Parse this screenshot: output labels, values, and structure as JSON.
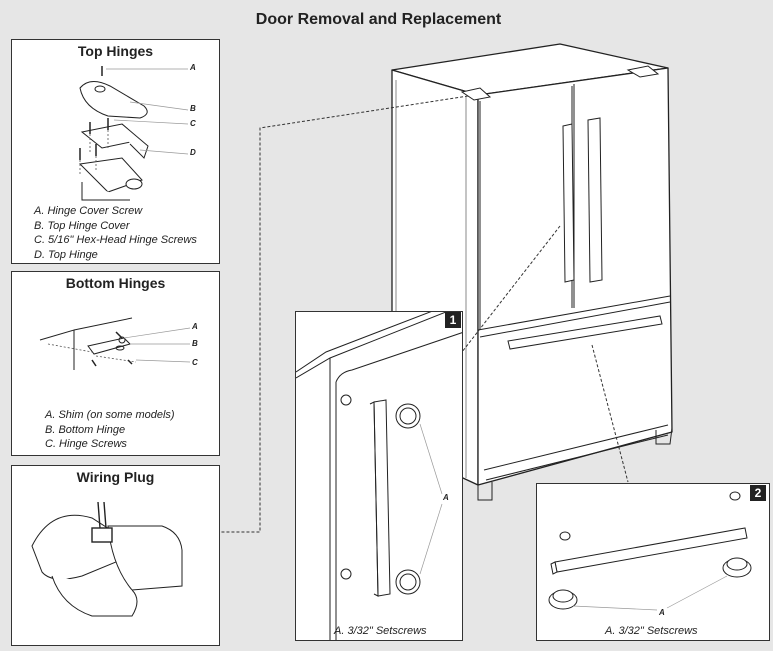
{
  "page": {
    "title": "Door Removal and Replacement"
  },
  "top_hinges": {
    "title": "Top Hinges",
    "callouts": [
      "A",
      "B",
      "C",
      "D"
    ],
    "legend": [
      "A. Hinge Cover Screw",
      "B. Top Hinge Cover",
      "C. 5/16\" Hex-Head Hinge Screws",
      "D. Top Hinge"
    ]
  },
  "bottom_hinges": {
    "title": "Bottom Hinges",
    "callouts": [
      "A",
      "B",
      "C"
    ],
    "legend": [
      "A. Shim (on some models)",
      "B. Bottom Hinge",
      "C. Hinge Screws"
    ]
  },
  "wiring_plug": {
    "title": "Wiring Plug"
  },
  "step1": {
    "number": "1",
    "callout": "A",
    "caption": "A. 3/32\" Setscrews"
  },
  "step2": {
    "number": "2",
    "callout": "A",
    "caption": "A. 3/32\" Setscrews"
  },
  "colors": {
    "background": "#e6e6e6",
    "panel": "#ffffff",
    "line": "#222222",
    "leader": "#999999"
  }
}
